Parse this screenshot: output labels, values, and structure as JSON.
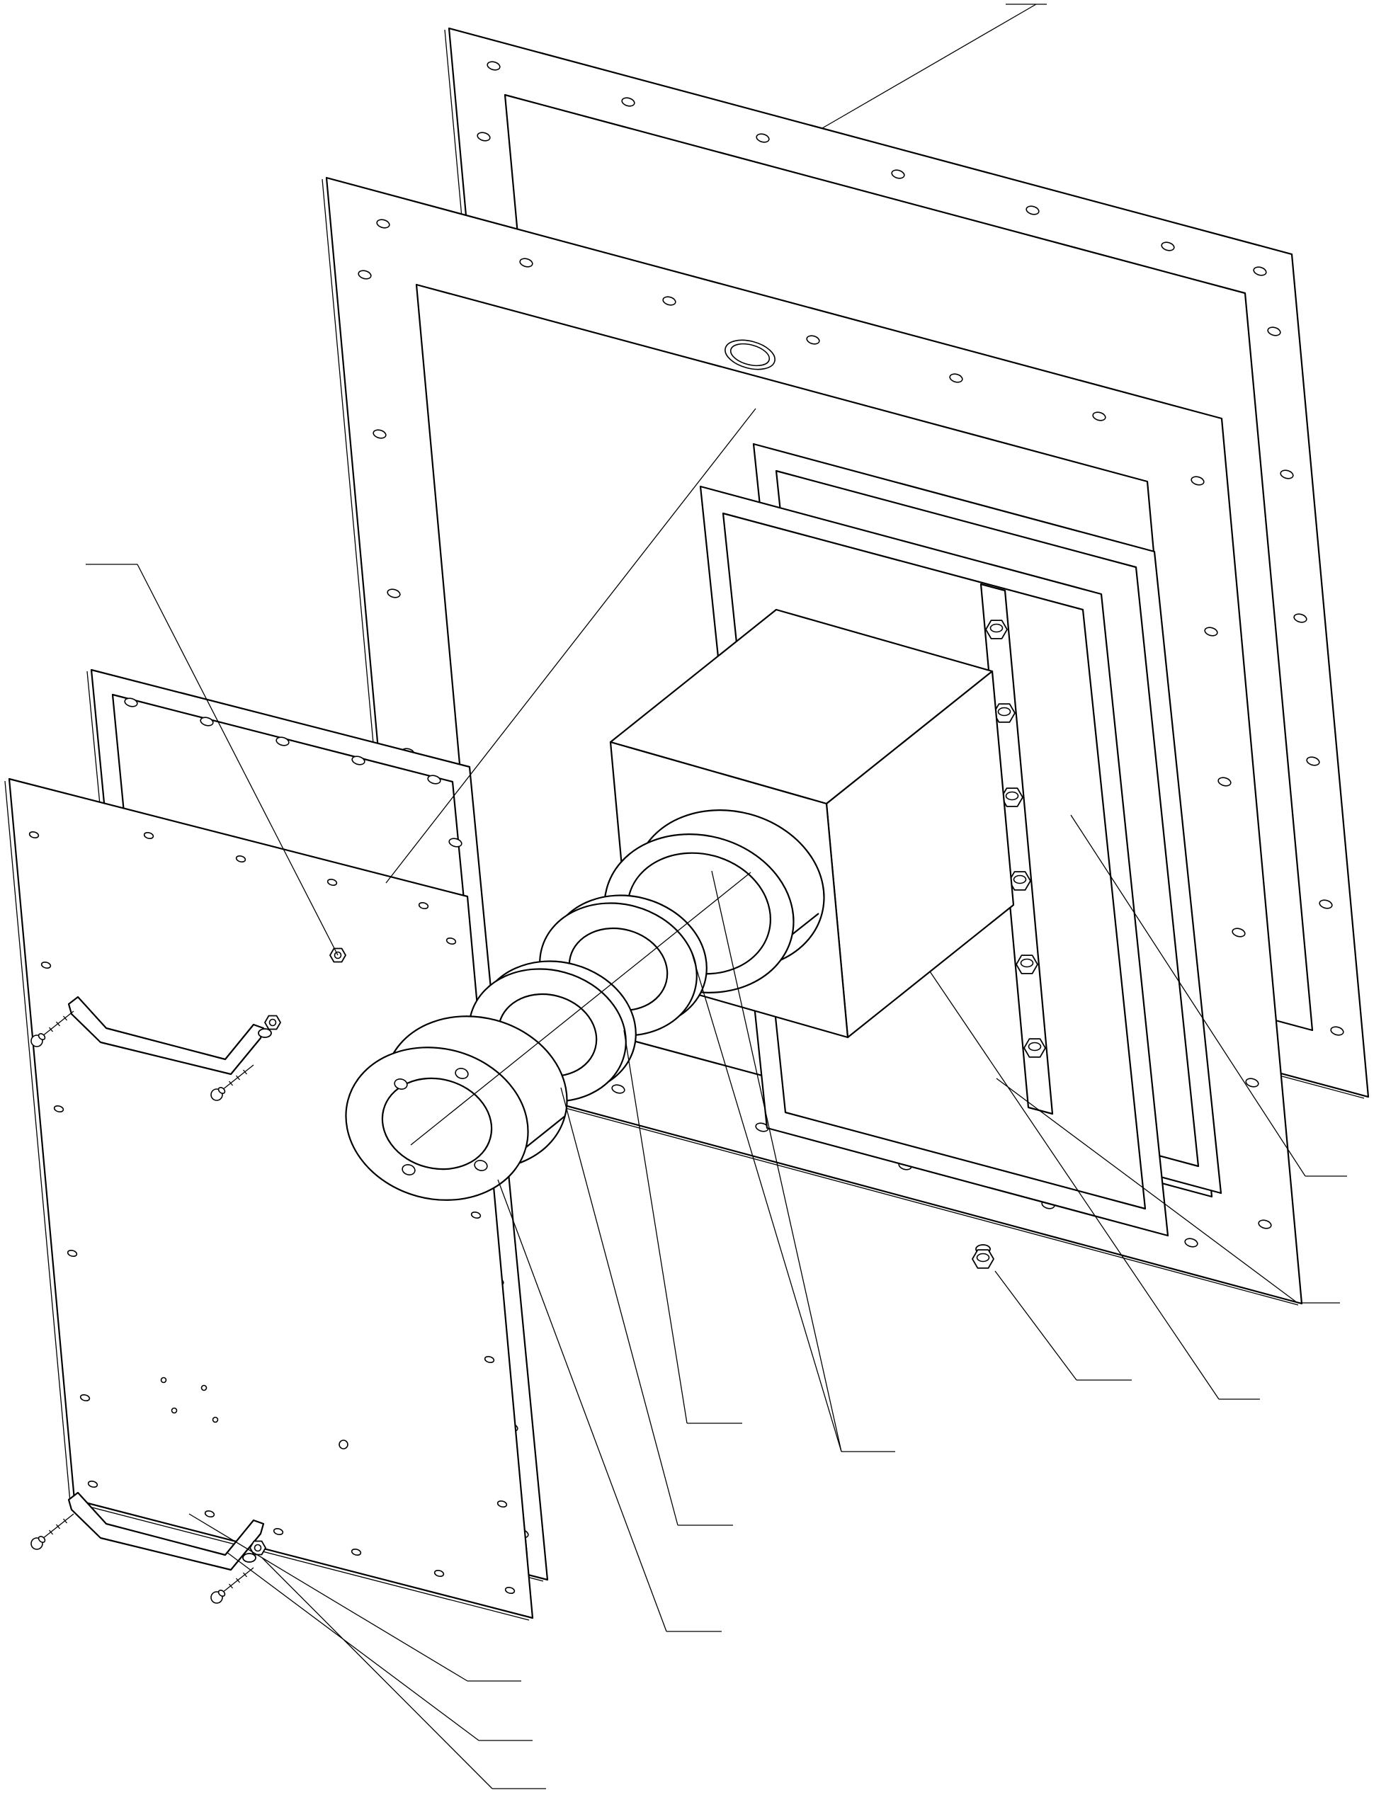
{
  "page": {
    "background": "#ffffff",
    "ink": "#000000"
  },
  "drawing": {
    "kind": "exploded-assembly-technical-drawing",
    "text_labels": [],
    "callout_leader_count": 14,
    "parts": [
      {
        "name": "rear-frame-plate"
      },
      {
        "name": "front-mounting-plate"
      },
      {
        "name": "oval-port-hole"
      },
      {
        "name": "inner-frame-rear"
      },
      {
        "name": "inner-frame-front"
      },
      {
        "name": "bolt-rail"
      },
      {
        "name": "duct-box"
      },
      {
        "name": "collar-ring"
      },
      {
        "name": "gasket-ring-1"
      },
      {
        "name": "gasket-ring-2"
      },
      {
        "name": "clamp-ring"
      },
      {
        "name": "backing-panel"
      },
      {
        "name": "access-door"
      },
      {
        "name": "door-handle-upper"
      },
      {
        "name": "door-handle-lower"
      },
      {
        "name": "hex-bolts"
      },
      {
        "name": "screws-and-nuts"
      }
    ]
  }
}
